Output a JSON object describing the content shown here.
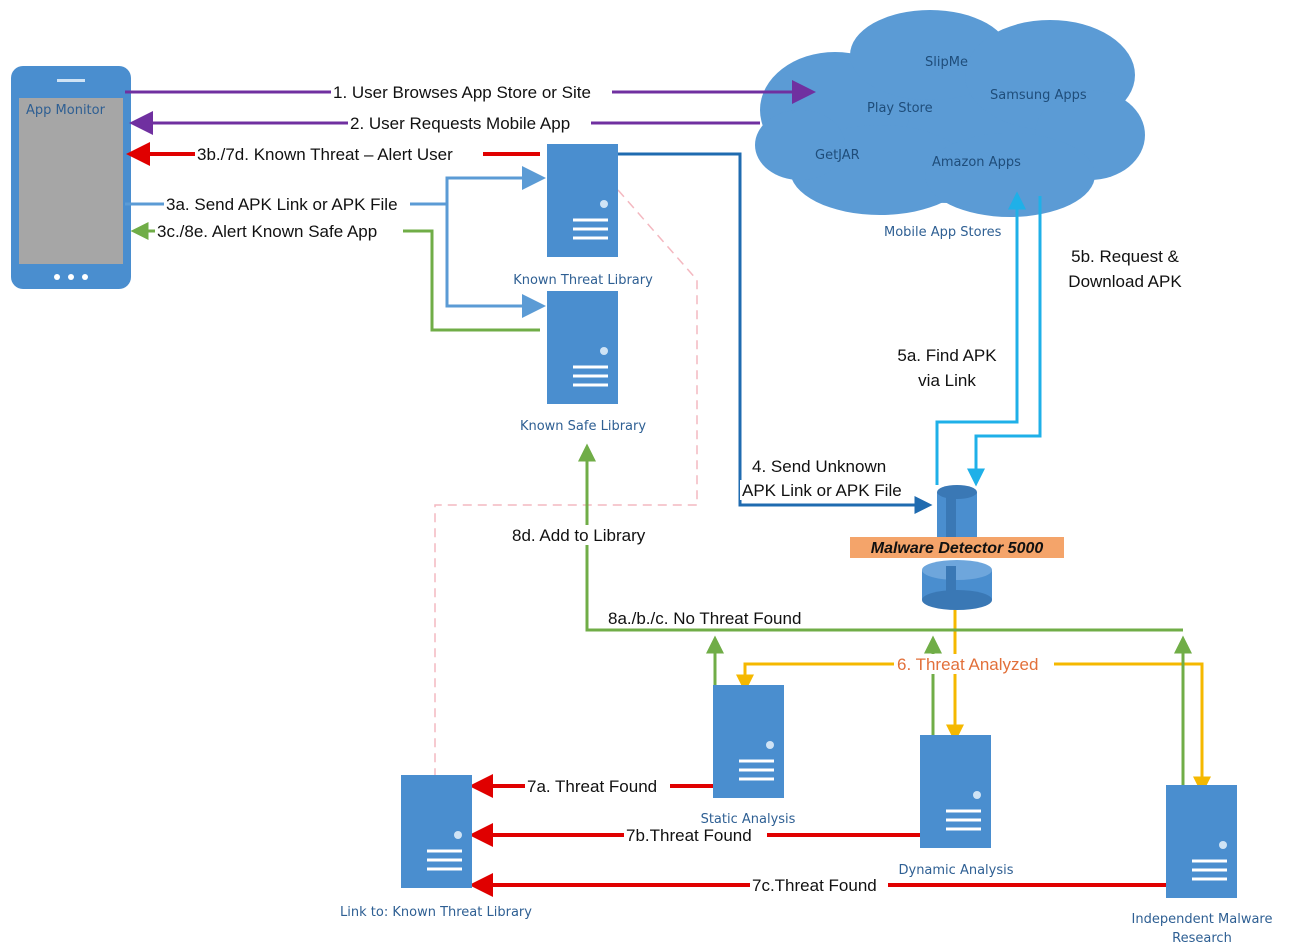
{
  "devices": {
    "phone_label": "App Monitor",
    "cloud_items": [
      "SlipMe",
      "Play Store",
      "Samsung Apps",
      "GetJAR",
      "Amazon Apps"
    ],
    "cloud_caption": "Mobile App Stores",
    "known_threat_library": "Known Threat  Library",
    "known_safe_library": "Known Safe Library",
    "detector": "Malware Detector 5000",
    "static_analysis": "Static Analysis",
    "dynamic_analysis": "Dynamic Analysis",
    "independent_research_1": "Independent Malware",
    "independent_research_2": "Research",
    "link_known_threat": "Link to: Known Threat  Library"
  },
  "steps": {
    "s1": "1. User Browses App Store or Site",
    "s2": "2. User Requests Mobile App",
    "s3b": "3b./7d. Known Threat – Alert User",
    "s3a": "3a. Send APK Link or APK File",
    "s3c": "3c./8e. Alert Known Safe App",
    "s4_1": "4. Send Unknown",
    "s4_2": "APK Link or APK File",
    "s5a_1": "5a. Find APK",
    "s5a_2": "via Link",
    "s5b_1": "5b. Request &",
    "s5b_2": "Download APK",
    "s6": "6. Threat Analyzed",
    "s7a": "7a. Threat Found",
    "s7b": "7b.Threat Found",
    "s7c": "7c.Threat Found",
    "s8abc": "8a./b./c. No Threat Found",
    "s8d": "8d. Add to Library"
  },
  "colors": {
    "purple": "#7030a0",
    "red": "#e00000",
    "blue": "#5b9bd5",
    "dark_blue": "#1f6bb0",
    "light_blue": "#1fb0e8",
    "green": "#70ad47",
    "yellow": "#f5b800",
    "server": "#4a8ecf",
    "cloud": "#5b9bd5",
    "detector_label_bg": "#f4a46a",
    "dashed": "#f4b8c0"
  }
}
